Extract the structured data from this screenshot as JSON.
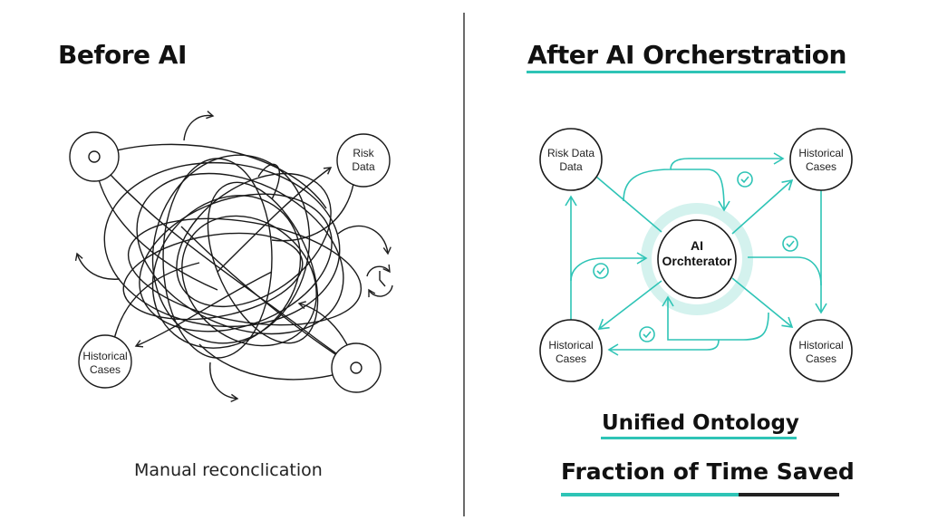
{
  "before": {
    "title": "Before AI",
    "caption": "Manual reconclication",
    "nodes": {
      "risk_data": [
        "Risk",
        "Data"
      ],
      "historical_cases": [
        "Historical",
        "Cases"
      ]
    },
    "icons": [
      "clock-refresh-icon"
    ]
  },
  "after": {
    "title": "After AI Orcherstration",
    "center_node": [
      "AI",
      "Orchterator"
    ],
    "nodes": {
      "top_left": [
        "Risk Data",
        "Data"
      ],
      "top_right": [
        "Historical",
        "Cases"
      ],
      "bottom_left": [
        "Historical",
        "Cases"
      ],
      "bottom_right": [
        "Historical",
        "Cases"
      ]
    },
    "ontology_label": "Unified Ontology",
    "time_saved_label": "Fraction of Time Saved",
    "time_saved_fraction": 0.64
  },
  "colors": {
    "accent": "#2ec4b6",
    "ink": "#111111",
    "divider": "#6b6b6b"
  }
}
